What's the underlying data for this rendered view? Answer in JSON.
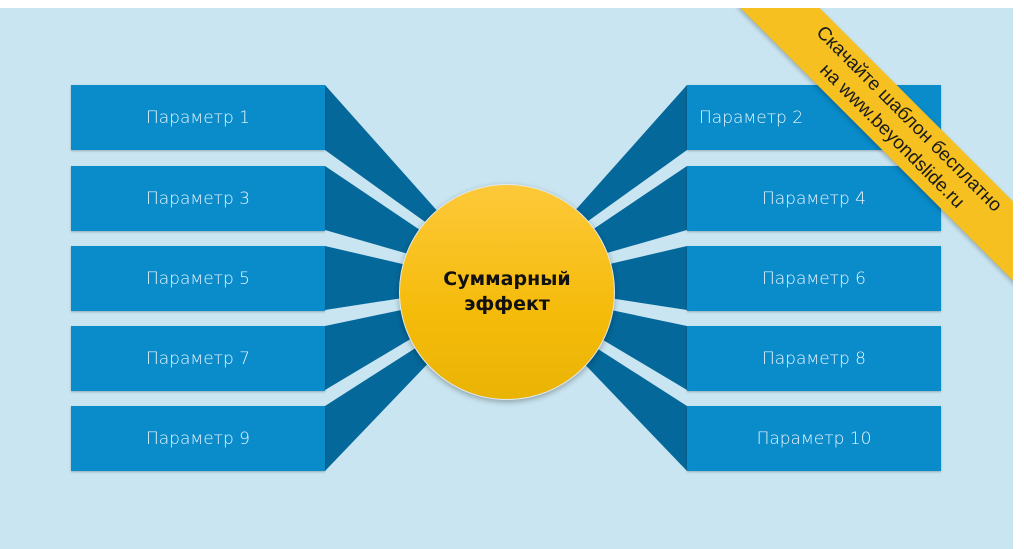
{
  "center": {
    "line1": "Суммарный",
    "line2": "эффект"
  },
  "left_params": [
    "Параметр 1",
    "Параметр 3",
    "Параметр 5",
    "Параметр 7",
    "Параметр 9"
  ],
  "right_params": [
    "Параметр 2",
    "Параметр 4",
    "Параметр 6",
    "Параметр 8",
    "Параметр 10"
  ],
  "banner": {
    "line1": "Скачайте шаблон бесплатно",
    "line2": "на www.beyondslide.ru"
  },
  "colors": {
    "background": "#c9e5f1",
    "box": "#0a8bca",
    "ray": "#05689a",
    "circle": "#f7be12",
    "banner": "#f5c020"
  }
}
